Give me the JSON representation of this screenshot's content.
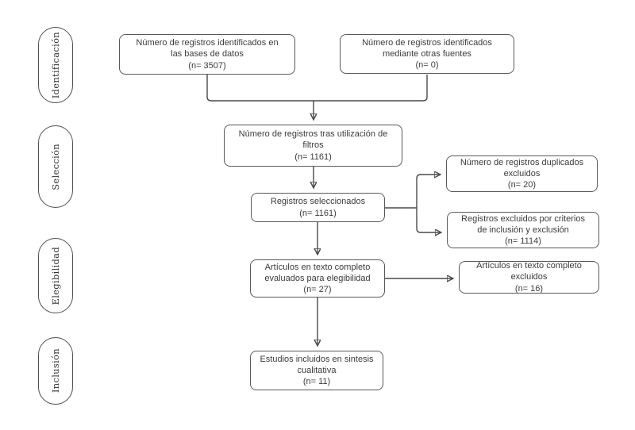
{
  "stages": [
    {
      "label": "Identificación"
    },
    {
      "label": "Selección"
    },
    {
      "label": "Elegibilidad"
    },
    {
      "label": "Inclusión"
    }
  ],
  "nodes": {
    "identified_databases": {
      "text": "Número de registros identificados en\nlas bases de datos\n(n= 3507)"
    },
    "identified_other_sources": {
      "text": "Número de registros identificados\nmediante otras fuentes\n(n= 0)"
    },
    "after_filters": {
      "text": "Número de registros tras utilización de\nfiltros\n(n= 1161)"
    },
    "records_selected": {
      "text": "Registros seleccionados\n(n= 1161)"
    },
    "duplicates_excluded": {
      "text": "Número de registros  duplicados\nexcluidos\n(n= 20)"
    },
    "excluded_by_criteria": {
      "text": "Registros excluidos por criterios\nde inclusión y exclusión\n(n= 1114)"
    },
    "fulltext_assessed": {
      "text": "Artículos en texto completo\nevaluados para elegibilidad\n(n= 27)"
    },
    "fulltext_excluded": {
      "text": "Artículos en texto completo\nexcluidos\n(n= 16)"
    },
    "included_qualitative": {
      "text": "Estudios incluidos en sintesis\ncualitativa\n(n= 11)"
    }
  },
  "colors": {
    "line": "#4a4a4a",
    "box_border": "#595959",
    "background": "#ffffff"
  }
}
